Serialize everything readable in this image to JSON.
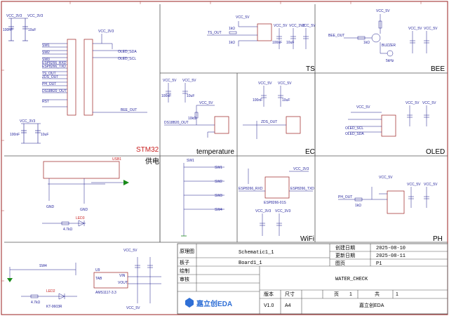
{
  "sections": {
    "stm32": "STM32",
    "power": "供电",
    "ts": "TS",
    "bee": "BEE",
    "temperature": "temperature",
    "ec": "EC",
    "oled": "OLED",
    "wifi": "WiFi",
    "ph": "PH"
  },
  "net_labels": {
    "vcc_3v3": "VCC_3V3",
    "vcc_5v": "VCC_5V",
    "gnd": "GND",
    "ts_out": "TS_OUT",
    "bee_out": "BEE_OUT",
    "buzzer": "BUZZER",
    "ds18b20_out": "DS18B20_OUT",
    "zds_out": "ZDS_OUT",
    "oled_scl": "OLED_SCL",
    "oled_sda": "OLED_SDA",
    "esp_rxd": "ESP8266_RXD",
    "esp_txd": "ESP8266_TXD",
    "ph_out": "PH_OUT",
    "sw1": "SW1",
    "sw2": "SW2",
    "sw3": "SW3",
    "sw4": "SW4",
    "rst": "RST",
    "usb1": "USB1",
    "led2": "LED2",
    "led3": "LED3",
    "u9": "U9",
    "ams": "AMS1117-3.3",
    "tab": "TAB",
    "vin": "VIN",
    "vout": "VOUT",
    "c100nf": "100nF",
    "c10uf": "10uF",
    "r10k": "10kΩ",
    "r4k7": "4.7kΩ",
    "r1k": "1kΩ",
    "kt": "KT-0603R",
    "esp_module": "ESP8266-01S",
    "fixed_text": "5kHz"
  },
  "title_block": {
    "schematic_label": "原理图",
    "schematic_value": "Schematic1_1",
    "board_label": "板子",
    "board_value": "Board1_1",
    "drawn_label": "绘制",
    "review_label": "审核",
    "created_label": "创建日期",
    "created_value": "2025-08-10",
    "updated_label": "更新日期",
    "updated_value": "2025-08-11",
    "page_label": "图页",
    "page_value": "P1",
    "project": "WATER_CHECK",
    "page_word": "页",
    "page_num": "1",
    "total_word": "共",
    "total_num": "1",
    "version_label": "版本",
    "version_value": "V1.0",
    "size_label": "尺寸",
    "size_value": "A4",
    "company": "嘉立创EDA",
    "logo_text": "嘉立创EDA"
  }
}
